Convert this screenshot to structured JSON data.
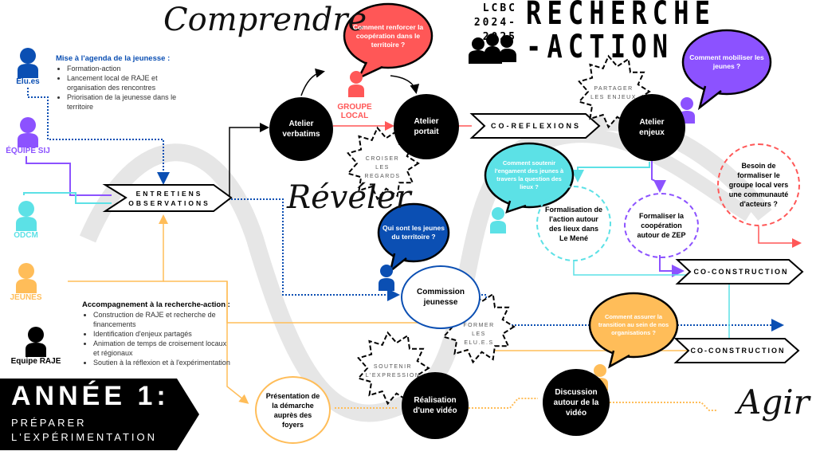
{
  "header": {
    "org": "LCBC",
    "years": "2024-2025",
    "title_line1": "RECHERCHE",
    "title_line2": "-ACTION"
  },
  "phases": {
    "comprendre": "Comprendre",
    "reveler": "Révéler",
    "agir": "Agir"
  },
  "banner": {
    "title": "ANNÉE 1:",
    "subtitle_line1": "PRÉPARER",
    "subtitle_line2": "L'EXPÉRIMENTATION"
  },
  "actors": [
    {
      "label": "Elu.es",
      "color": "#0b4fb3"
    },
    {
      "label": "ÉQUIPE SIJ",
      "color": "#8c52ff"
    },
    {
      "label": "ODCM",
      "color": "#5ce1e6"
    },
    {
      "label": "JEUNES",
      "color": "#ffbd59"
    },
    {
      "label": "Equipe RAJE",
      "color": "#000000"
    },
    {
      "label": "GROUPE LOCAL",
      "color": "#ff5757"
    }
  ],
  "agenda": {
    "title": "Mise à l'agenda de la jeunesse :",
    "items": [
      "Formation-action",
      "Lancement local de RAJE et organisation des rencontres",
      "Priorisation de la jeunesse dans le territoire"
    ]
  },
  "accompagnement": {
    "title": "Accompagnement à la recherche-action :",
    "items": [
      "Construction de RAJE et recherche de financements",
      "Identification d'enjeux partagés",
      "Animation de temps de croisement locaux et régionaux",
      "Soutien à la réflexion et à l'expérimentation"
    ]
  },
  "nodes": {
    "entretiens": "ENTRETIENS OBSERVATIONS",
    "verbatims": "Atelier verbatims",
    "portait": "Atelier portait",
    "coreflexions": "CO-REFLEXIONS",
    "enjeux": "Atelier enjeux",
    "commission": "Commission jeunesse",
    "presentation": "Présentation de la démarche auprès des foyers",
    "video": "Réalisation d'une vidéo",
    "discussion": "Discussion autour de la vidéo",
    "formalisation": "Formalisation de l'action autour des lieux dans Le Mené",
    "cooperation": "Formaliser la coopération autour de ZEP",
    "besoin": "Besoin de formaliser le groupe local vers une communauté d'acteurs ?",
    "coconstruction1": "CO-CONSTRUCTION",
    "coconstruction2": "CO-CONSTRUCTION"
  },
  "bubbles": {
    "renforcer": "Comment renforcer la coopération dans le territoire ?",
    "mobiliser": "Comment mobiliser les jeunes ?",
    "soutenir": "Comment soutenir l'engament des jeunes à travers la question des lieux ?",
    "qui": "Qui sont les jeunes du territoire ?",
    "transition": "Comment assurer la transition au sein de nos organisations ?"
  },
  "stars": {
    "croiser": "CROISER LES REGARDS",
    "partager": "PARTAGER LES ENJEUX",
    "former": "FORMER LES ELU.E.S",
    "soutenir": "SOUTENIR L'EXPRESSION"
  }
}
